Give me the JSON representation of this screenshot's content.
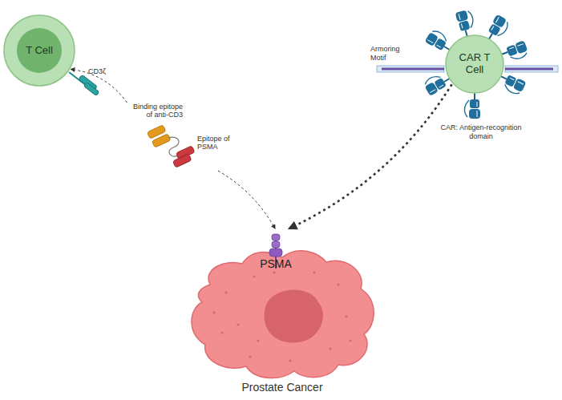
{
  "diagram": {
    "nodes": [
      {
        "text": [
          "T Cell"
        ]
      },
      {
        "text": [
          "Binding epitope of anti-CD3",
          "Epitope of PSMA"
        ]
      },
      {
        "text": [
          "CAR T Cell"
        ]
      },
      {
        "text": [
          "PSMA",
          "Prostate Cancer"
        ]
      }
    ],
    "edges": [
      {
        "from": 1,
        "to": 0,
        "arrow": "to"
      },
      {
        "from": 1,
        "to": 3,
        "arrow": "to"
      },
      {
        "from": 2,
        "to": 3,
        "arrow": "to"
      }
    ],
    "labels": [
      "CD3ζ",
      "Armoring Motif",
      "CAR: Antigen-recognition domain"
    ]
  }
}
